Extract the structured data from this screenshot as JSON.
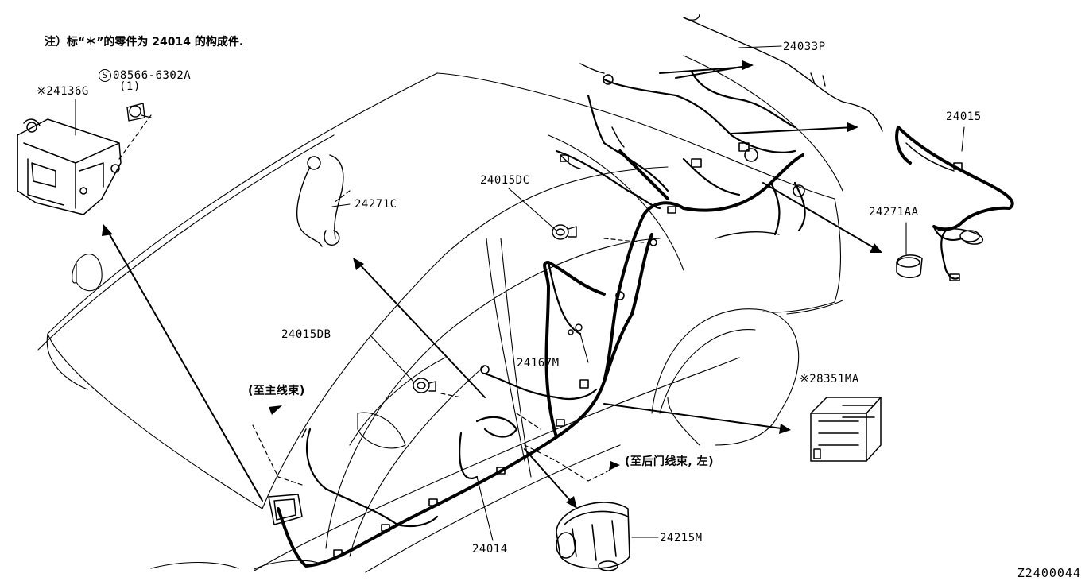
{
  "note": "注）标“＊”的零件为 24014 的构成件.",
  "diagram_code": "Z2400044",
  "parts": {
    "p24033P": "24033P",
    "p24015": "24015",
    "p24271AA": "24271AA",
    "p28351MA": "※28351MA",
    "p24215M": "24215M",
    "p24014": "24014",
    "p24167M": "24167M",
    "p24015DB": "24015DB",
    "p24015DC": "24015DC",
    "p24271C": "24271C",
    "p24136G": "※24136G",
    "p08566_symbol": "S",
    "p08566": "08566-6302A",
    "p08566_qty": "(1)"
  },
  "callouts": {
    "to_main": "(至主线束)",
    "to_rear_door": "(至后门线束, 左)"
  }
}
